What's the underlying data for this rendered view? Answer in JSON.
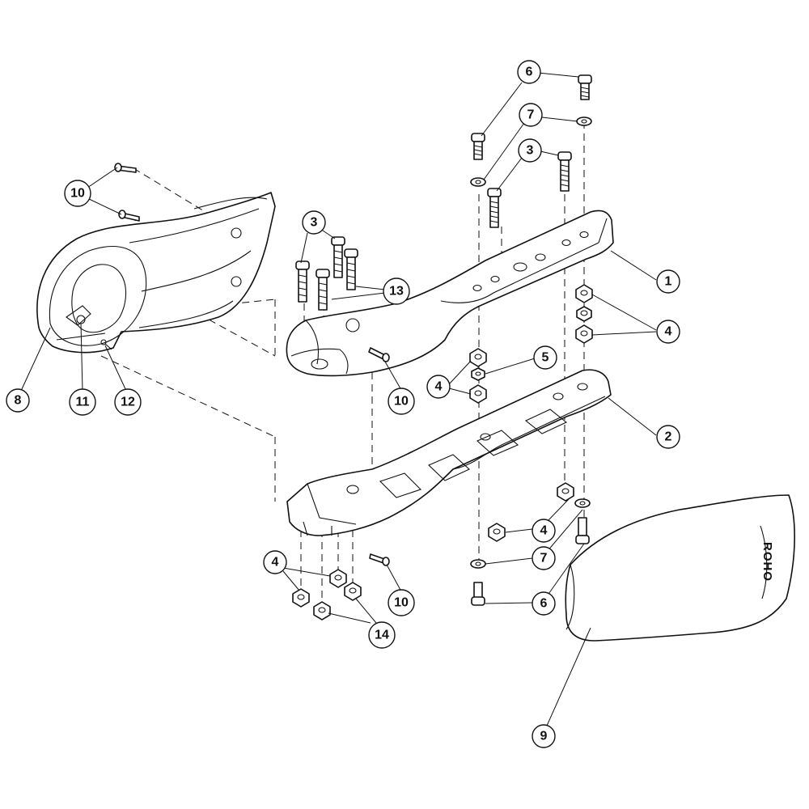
{
  "callouts": [
    {
      "id": "c1",
      "label": "1"
    },
    {
      "id": "c2",
      "label": "2"
    },
    {
      "id": "c3a",
      "label": "3"
    },
    {
      "id": "c3b",
      "label": "3"
    },
    {
      "id": "c4a",
      "label": "4"
    },
    {
      "id": "c4b",
      "label": "4"
    },
    {
      "id": "c4c",
      "label": "4"
    },
    {
      "id": "c4d",
      "label": "4"
    },
    {
      "id": "c5",
      "label": "5"
    },
    {
      "id": "c6a",
      "label": "6"
    },
    {
      "id": "c6b",
      "label": "6"
    },
    {
      "id": "c7a",
      "label": "7"
    },
    {
      "id": "c7b",
      "label": "7"
    },
    {
      "id": "c8",
      "label": "8"
    },
    {
      "id": "c9",
      "label": "9"
    },
    {
      "id": "c10a",
      "label": "10"
    },
    {
      "id": "c10b",
      "label": "10"
    },
    {
      "id": "c10c",
      "label": "10"
    },
    {
      "id": "c11",
      "label": "11"
    },
    {
      "id": "c12",
      "label": "12"
    },
    {
      "id": "c13",
      "label": "13"
    },
    {
      "id": "c14",
      "label": "14"
    }
  ],
  "cover_brand_text": "ROHO"
}
